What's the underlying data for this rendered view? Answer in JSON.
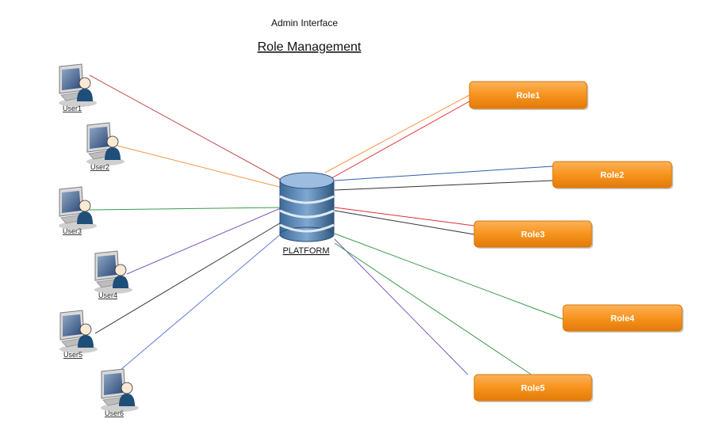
{
  "header": {
    "subtitle": "Admin Interface",
    "title": "Role Management"
  },
  "platform": {
    "label": "PLATFORM"
  },
  "users": [
    {
      "label": "User1"
    },
    {
      "label": "User2"
    },
    {
      "label": "User3"
    },
    {
      "label": "User4"
    },
    {
      "label": "User5"
    },
    {
      "label": "User6"
    }
  ],
  "roles": [
    {
      "label": "Role1"
    },
    {
      "label": "Role2"
    },
    {
      "label": "Role3"
    },
    {
      "label": "Role4"
    },
    {
      "label": "Role5"
    }
  ],
  "colors": {
    "role_fill": "#f7941d",
    "db_fill": "#4f81bd",
    "user_links": [
      "#c0504d",
      "#f79646",
      "#3a9a4a",
      "#7a5cc0",
      "#333333",
      "#5b7ad6"
    ],
    "role_links": [
      [
        "#f79646",
        "#e03030"
      ],
      [
        "#2e5fa8",
        "#333333"
      ],
      [
        "#e03030",
        "#333333"
      ],
      [
        "#3a9a4a"
      ],
      [
        "#7a5cc0",
        "#3a9a4a"
      ]
    ]
  }
}
